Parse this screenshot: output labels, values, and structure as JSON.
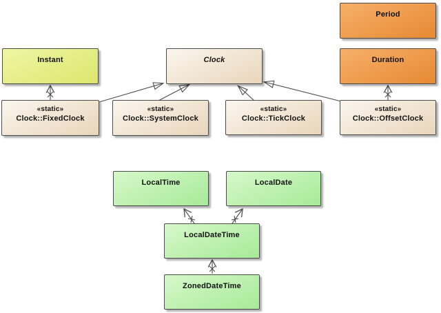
{
  "diagram": {
    "kind": "uml-class-diagram",
    "nodes": {
      "period": {
        "label": "Period"
      },
      "instant": {
        "label": "Instant"
      },
      "clock": {
        "label": "Clock",
        "abstract": true
      },
      "duration": {
        "label": "Duration"
      },
      "fixed_clock": {
        "stereotype": "«static»",
        "label": "Clock::FixedClock"
      },
      "system_clock": {
        "stereotype": "«static»",
        "label": "Clock::SystemClock"
      },
      "tick_clock": {
        "stereotype": "«static»",
        "label": "Clock::TickClock"
      },
      "offset_clock": {
        "stereotype": "«static»",
        "label": "Clock::OffsetClock"
      },
      "local_time": {
        "label": "LocalTime"
      },
      "local_date": {
        "label": "LocalDate"
      },
      "local_date_time": {
        "label": "LocalDateTime"
      },
      "zoned_date_time": {
        "label": "ZonedDateTime"
      }
    },
    "edges": [
      {
        "from": "Clock::FixedClock",
        "to": "Instant",
        "type": "directed-association-x-tail"
      },
      {
        "from": "Clock::FixedClock",
        "to": "Clock",
        "type": "generalization"
      },
      {
        "from": "Clock::SystemClock",
        "to": "Clock",
        "type": "generalization"
      },
      {
        "from": "Clock::TickClock",
        "to": "Clock",
        "type": "generalization"
      },
      {
        "from": "Clock::OffsetClock",
        "to": "Clock",
        "type": "generalization"
      },
      {
        "from": "Clock::OffsetClock",
        "to": "Duration",
        "type": "directed-association-x-tail"
      },
      {
        "from": "LocalDateTime",
        "to": "LocalTime",
        "type": "directed-association-x-tail"
      },
      {
        "from": "LocalDateTime",
        "to": "LocalDate",
        "type": "directed-association-x-tail"
      },
      {
        "from": "ZonedDateTime",
        "to": "LocalDateTime",
        "type": "directed-association-x-tail"
      }
    ],
    "colors": {
      "yellow_fill_top": "#f0f5a4",
      "yellow_fill_bottom": "#dde76f",
      "cream_fill_top": "#fbf6ee",
      "cream_fill_bottom": "#e9d7bd",
      "orange_fill_top": "#f6b069",
      "orange_fill_bottom": "#e78b36",
      "green_fill_top": "#d6f8c9",
      "green_fill_bottom": "#a9eb9b",
      "border": "#4a4a4a",
      "line": "#4a4a4a",
      "background": "#ffffff"
    }
  }
}
